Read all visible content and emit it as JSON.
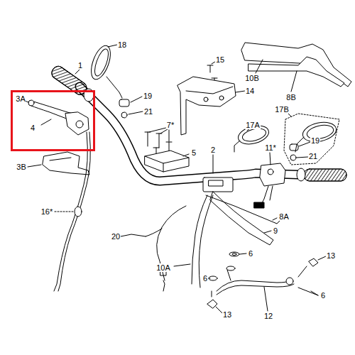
{
  "diagram": {
    "nodes": [
      {
        "text": [
          "3A",
          "4"
        ]
      }
    ],
    "labels": [
      "1",
      "18",
      "15",
      "10B",
      "8B",
      "14",
      "19",
      "21",
      "7*",
      "5",
      "17B",
      "17A",
      "11*",
      "19",
      "21",
      "2",
      "3B",
      "16*",
      "20",
      "8A",
      "9",
      "6",
      "10A",
      "6",
      "6",
      "13",
      "13",
      "12"
    ]
  }
}
